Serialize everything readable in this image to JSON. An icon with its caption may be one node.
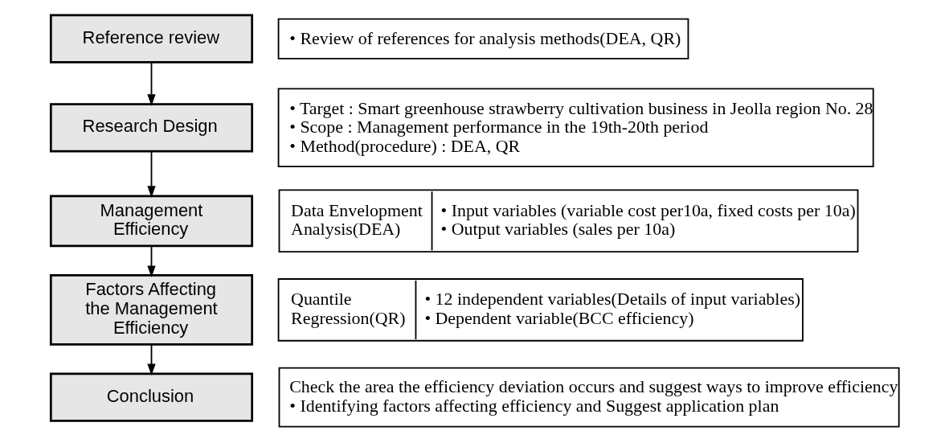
{
  "diagram": {
    "nodes": [
      {
        "text": [
          "Reference review"
        ]
      },
      {
        "text": [
          "• Review of references for analysis methods(DEA, QR)"
        ]
      },
      {
        "text": [
          "Research Design"
        ]
      },
      {
        "text": [
          "• Target : Smart greenhouse strawberry cultivation business in Jeolla region No. 28",
          "• Scope : Management performance in the 19th-20th period",
          "• Method(procedure) : DEA, QR"
        ]
      },
      {
        "text": [
          "Management Efficiency"
        ]
      },
      {
        "text": [
          "Data Envelopment Analysis(DEA)",
          "• Input variables (variable cost per10a, fixed costs per 10a)",
          "• Output variables (sales per 10a)"
        ]
      },
      {
        "text": [
          "Factors Affecting the Management Efficiency"
        ]
      },
      {
        "text": [
          "Quantile Regression(QR)",
          "• 12 independent variables(Details of input variables)",
          "• Dependent variable(BCC efficiency)"
        ]
      },
      {
        "text": [
          "Conclusion"
        ]
      },
      {
        "text": [
          "Check the area the efficiency deviation occurs and suggest ways to improve efficiency",
          "• Identifying factors affecting efficiency and Suggest application plan"
        ]
      }
    ],
    "edges": [
      {
        "from": 0,
        "to": 2,
        "arrow": "to"
      },
      {
        "from": 2,
        "to": 4,
        "arrow": "to"
      },
      {
        "from": 4,
        "to": 6,
        "arrow": "to"
      },
      {
        "from": 6,
        "to": 8,
        "arrow": "to"
      }
    ]
  }
}
